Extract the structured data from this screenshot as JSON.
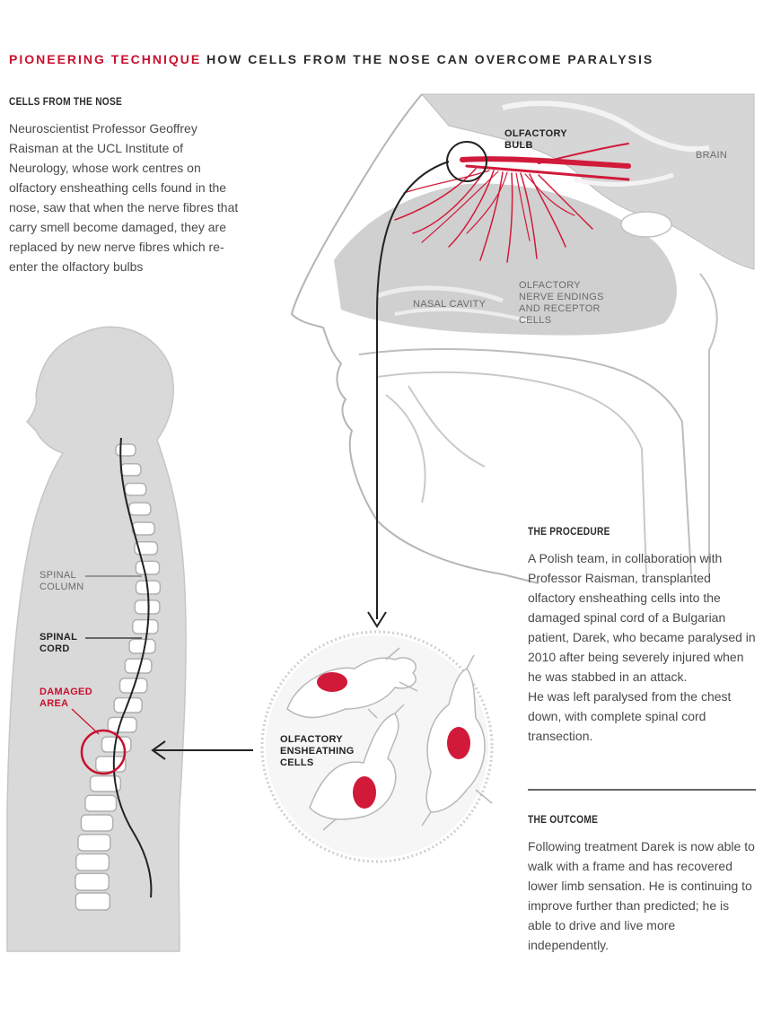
{
  "headline": {
    "kicker": "PIONEERING TECHNIQUE",
    "title": "HOW CELLS FROM THE NOSE CAN OVERCOME PARALYSIS"
  },
  "intro": {
    "heading": "CELLS FROM THE NOSE",
    "text": "Neuroscientist Professor Geoffrey Raisman at the UCL Institute of Neurology, whose work centres on olfactory ensheathing cells found in the nose, saw that when the nerve fibres that carry smell become damaged, they are replaced by new nerve fibres which re-enter the olfactory bulbs"
  },
  "head_labels": {
    "olfactory_bulb": "OLFACTORY BULB",
    "brain": "BRAIN",
    "nasal_cavity": "NASAL CAVITY",
    "nerve_endings": "OLFACTORY NERVE ENDINGS AND RECEPTOR CELLS"
  },
  "spine_labels": {
    "spinal_column": "SPINAL COLUMN",
    "spinal_cord": "SPINAL CORD",
    "damaged_area": "DAMAGED AREA"
  },
  "cells_label": "OLFACTORY ENSHEATHING CELLS",
  "procedure": {
    "heading": "THE PROCEDURE",
    "paragraph1": "A Polish team, in collaboration with Professor Raisman, transplanted olfactory ensheathing cells into the damaged spinal cord of a Bulgarian patient, Darek, who became paralysed in 2010 after being severely injured when he was stabbed in an attack.",
    "paragraph2": "He was left paralysed from the chest down, with complete spinal cord transection."
  },
  "outcome": {
    "heading": "THE OUTCOME",
    "text": "Following treatment Darek is now able to walk with a frame and has recovered lower limb sensation. He is continuing to improve further than predicted; he is able to drive and live more independently."
  },
  "colors": {
    "accent_red": "#c8102e",
    "grey_fill": "#d4d4d4",
    "text": "#4a4a4a"
  }
}
